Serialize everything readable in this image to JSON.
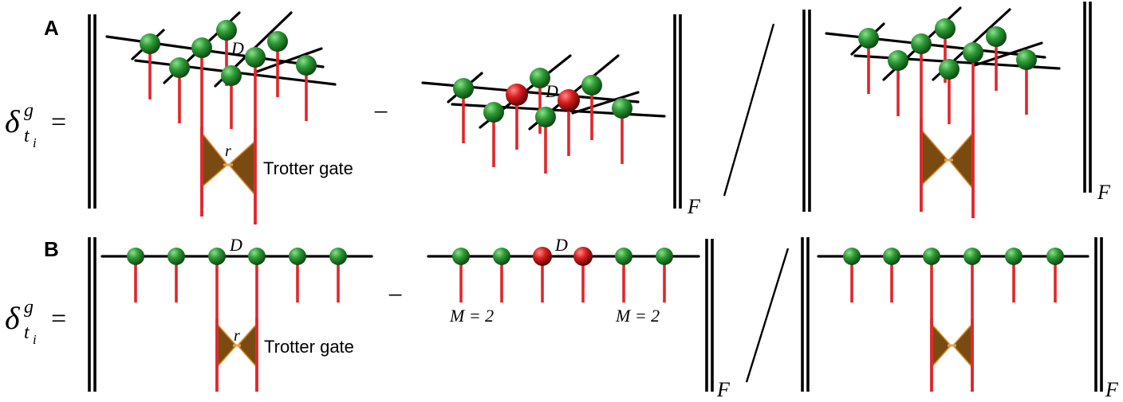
{
  "panels": [
    {
      "label": "A",
      "lhs": {
        "symbol": "δ",
        "sup": "g",
        "sub": "t",
        "subsub": "i",
        "eq": "="
      },
      "minus": "−",
      "bond_label": "D",
      "gate_bond_label": "r",
      "gate_caption": "Trotter gate",
      "norm_subscript": "F"
    },
    {
      "label": "B",
      "lhs": {
        "symbol": "δ",
        "sup": "g",
        "sub": "t",
        "subsub": "i",
        "eq": "="
      },
      "minus": "−",
      "bond_label": "D",
      "gate_bond_label": "r",
      "gate_caption": "Trotter gate",
      "site_annotation_left": "M = 2",
      "site_annotation_right": "M = 2",
      "norm_subscript": "F"
    }
  ],
  "colors": {
    "tensor": "#2e9a36",
    "updated_tensor": "#d81e1e",
    "physical_leg": "#e0262b",
    "gate": "#7a4a10",
    "bond": "#000000"
  }
}
